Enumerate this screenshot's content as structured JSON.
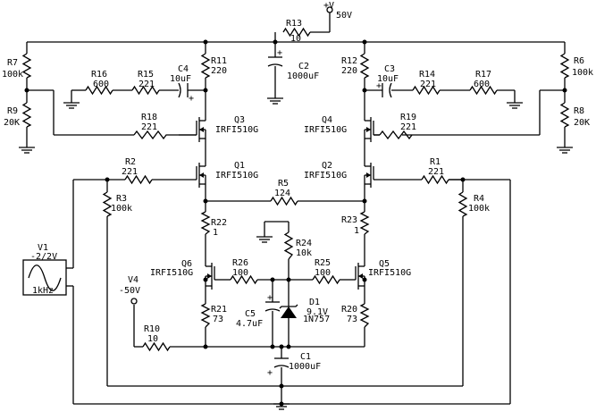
{
  "supply": {
    "label": "+V",
    "value": "50V"
  },
  "resistors": {
    "R1": {
      "name": "R1",
      "value": "221"
    },
    "R2": {
      "name": "R2",
      "value": "221"
    },
    "R3": {
      "name": "R3",
      "value": "100k"
    },
    "R4": {
      "name": "R4",
      "value": "100k"
    },
    "R5": {
      "name": "R5",
      "value": "124"
    },
    "R6": {
      "name": "R6",
      "value": "100k"
    },
    "R7": {
      "name": "R7",
      "value": "100k"
    },
    "R8": {
      "name": "R8",
      "value": "20K"
    },
    "R9": {
      "name": "R9",
      "value": "20K"
    },
    "R10": {
      "name": "R10",
      "value": "10"
    },
    "R11": {
      "name": "R11",
      "value": "220"
    },
    "R12": {
      "name": "R12",
      "value": "220"
    },
    "R13": {
      "name": "R13",
      "value": "10"
    },
    "R14": {
      "name": "R14",
      "value": "221"
    },
    "R15": {
      "name": "R15",
      "value": "221"
    },
    "R16": {
      "name": "R16",
      "value": "600"
    },
    "R17": {
      "name": "R17",
      "value": "600"
    },
    "R18": {
      "name": "R18",
      "value": "221"
    },
    "R19": {
      "name": "R19",
      "value": "221"
    },
    "R20": {
      "name": "R20",
      "value": "73"
    },
    "R21": {
      "name": "R21",
      "value": "73"
    },
    "R22": {
      "name": "R22",
      "value": "1"
    },
    "R23": {
      "name": "R23",
      "value": "1"
    },
    "R24": {
      "name": "R24",
      "value": "10k"
    },
    "R25": {
      "name": "R25",
      "value": "100"
    },
    "R26": {
      "name": "R26",
      "value": "100"
    }
  },
  "capacitors": {
    "C1": {
      "name": "C1",
      "value": "1000uF"
    },
    "C2": {
      "name": "C2",
      "value": "1000uF"
    },
    "C3": {
      "name": "C3",
      "value": "10uF"
    },
    "C4": {
      "name": "C4",
      "value": "10uF"
    },
    "C5": {
      "name": "C5",
      "value": "4.7uF"
    }
  },
  "transistors": {
    "Q1": {
      "name": "Q1",
      "part": "IRFI510G"
    },
    "Q2": {
      "name": "Q2",
      "part": "IRFI510G"
    },
    "Q3": {
      "name": "Q3",
      "part": "IRFI510G"
    },
    "Q4": {
      "name": "Q4",
      "part": "IRFI510G"
    },
    "Q5": {
      "name": "Q5",
      "part": "IRFI510G"
    },
    "Q6": {
      "name": "Q6",
      "part": "IRFI510G"
    }
  },
  "diode": {
    "name": "D1",
    "value": "9.1V",
    "part": "1N757"
  },
  "sources": {
    "V1": {
      "name": "V1",
      "value": "-2/2V",
      "freq": "1kHz"
    },
    "V4": {
      "name": "V4",
      "value": "-50V"
    }
  },
  "plus_sign": "+"
}
